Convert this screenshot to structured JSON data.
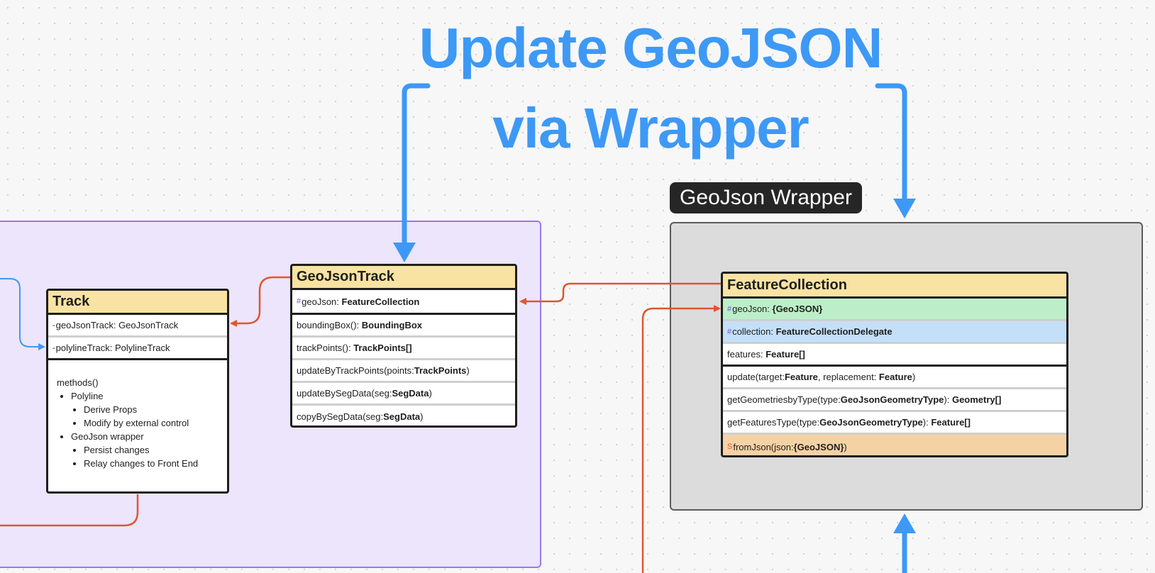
{
  "title": {
    "line1": "Update GeoJSON",
    "line2": "via Wrapper"
  },
  "wrapper_label": "GeoJson Wrapper",
  "colors": {
    "accent_blue": "#3d99f5",
    "connector_red": "#e0562f",
    "header_yellow": "#f9e3a3",
    "purple_region": "#ece5fb",
    "grey_region": "#dcdcdc"
  },
  "track": {
    "name": "Track",
    "fields": [
      {
        "vis": "-",
        "text": "geoJsonTrack: GeoJsonTrack"
      },
      {
        "vis": "-",
        "text": "polylineTrack: PolylineTrack"
      }
    ],
    "methods_heading": "methods()",
    "methods": [
      {
        "label": "Polyline",
        "children": [
          "Derive Props",
          "Modify by external control"
        ]
      },
      {
        "label": "GeoJson wrapper",
        "children": [
          "Persist changes",
          "Relay changes to Front End"
        ]
      }
    ]
  },
  "geojsontrack": {
    "name": "GeoJsonTrack",
    "field": {
      "vis": "#",
      "name": "geoJson: ",
      "type": "FeatureCollection"
    },
    "methods": [
      {
        "pre": "boundingBox(): ",
        "type": "BoundingBox",
        "post": ""
      },
      {
        "pre": "trackPoints(): ",
        "type": "TrackPoints[]",
        "post": ""
      },
      {
        "pre": "updateByTrackPoints(points: ",
        "type": "TrackPoints",
        "post": ")"
      },
      {
        "pre": "updateBySegData(seg: ",
        "type": "SegData",
        "post": ")"
      },
      {
        "pre": "copyBySegData(seg: ",
        "type": "SegData",
        "post": ")"
      }
    ]
  },
  "featurecollection": {
    "name": "FeatureCollection",
    "geojson": {
      "vis": "#",
      "name": "geoJson: ",
      "type": "{GeoJSON}"
    },
    "collection": {
      "vis": "#",
      "name": "collection: ",
      "type": "FeatureCollectionDelegate"
    },
    "features": {
      "name": "features: ",
      "type": "Feature[]"
    },
    "update": {
      "a": "update(target: ",
      "b": "Feature",
      "c": ", replacement: ",
      "d": "Feature",
      "e": ")"
    },
    "getGeometries": {
      "a": "getGeometriesbyType(type: ",
      "b": "GeoJsonGeometryType",
      "c": "): ",
      "d": "Geometry[]"
    },
    "getFeatures": {
      "a": "getFeaturesType(type: ",
      "b": "GeoJsonGeometryType",
      "c": "): ",
      "d": "Feature[]"
    },
    "fromJson": {
      "vis": "S",
      "a": "fromJson(json: ",
      "b": "{GeoJSON}",
      "c": ")"
    }
  }
}
